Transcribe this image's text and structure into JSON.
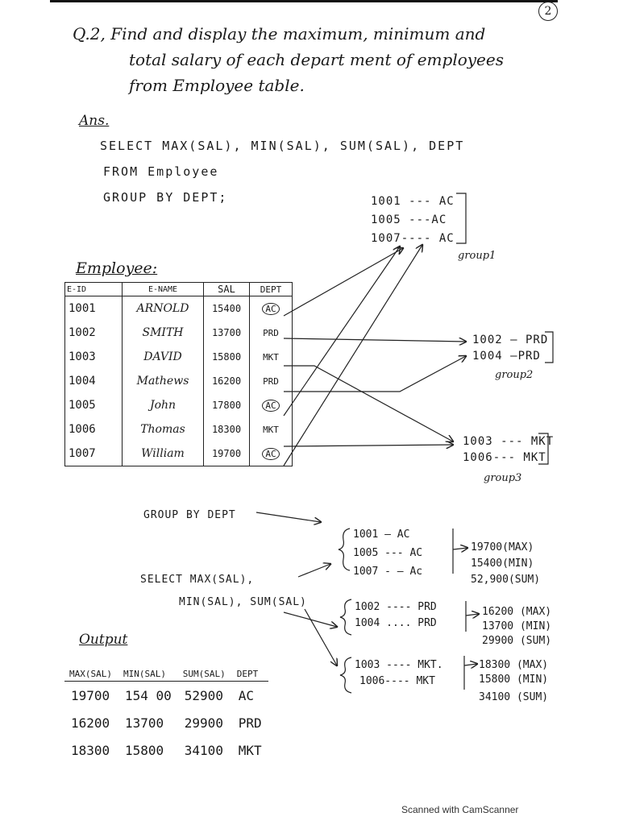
{
  "page_number": "2",
  "question": {
    "line1": "Q.2, Find and display the maximum, minimum and",
    "line2": "total salary of each depart ment of employees",
    "line3": "from Employee table."
  },
  "answer_label": "Ans.",
  "query": {
    "line1": "SELECT MAX(SAL), MIN(SAL), SUM(SAL), DEPT",
    "line2": "FROM Employee",
    "line3": "GROUP BY DEPT;"
  },
  "groups": [
    {
      "lines": [
        "1001 --- AC",
        "1005 ---AC",
        "1007---- AC"
      ],
      "label": "group1"
    },
    {
      "lines": [
        "1002 — PRD",
        "1004 —PRD"
      ],
      "label": "group2"
    },
    {
      "lines": [
        "1003 --- MKT",
        "1006--- MKT"
      ],
      "label": "group3"
    }
  ],
  "employee_table": {
    "title": "Employee:",
    "columns": [
      "E-ID",
      "E-NAME",
      "SAL",
      "DEPT"
    ],
    "rows": [
      [
        "1001",
        "ARNOLD",
        "15400",
        "AC"
      ],
      [
        "1002",
        "SMITH",
        "13700",
        "PRD"
      ],
      [
        "1003",
        "DAVID",
        "15800",
        "MKT"
      ],
      [
        "1004",
        "Mathews",
        "16200",
        "PRD"
      ],
      [
        "1005",
        "John",
        "17800",
        "AC"
      ],
      [
        "1006",
        "Thomas",
        "18300",
        "MKT"
      ],
      [
        "1007",
        "William",
        "19700",
        "AC"
      ]
    ]
  },
  "explain": {
    "group_by": "GROUP BY DEPT",
    "select_line1": "SELECT MAX(SAL),",
    "select_line2": "MIN(SAL), SUM(SAL)",
    "g1": [
      "1001 — AC",
      "1005 --- AC",
      "1007 - — Ac"
    ],
    "r1": [
      "19700(MAX)",
      "15400(MIN)",
      "52,900(SUM)"
    ],
    "g2": [
      "1002 ---- PRD",
      "1004 .... PRD"
    ],
    "r2": [
      "16200 (MAX)",
      "13700 (MIN)",
      "29900 (SUM)"
    ],
    "g3": [
      "1003 ---- MKT.",
      "1006---- MKT"
    ],
    "r3": [
      "18300 (MAX)",
      "15800 (MIN)",
      "34100 (SUM)"
    ]
  },
  "output": {
    "label": "Output",
    "columns": [
      "MAX(SAL)",
      "MIN(SAL)",
      "SUM(SAL)",
      "DEPT"
    ],
    "rows": [
      [
        "19700",
        "154 00",
        "52900",
        "AC"
      ],
      [
        "16200",
        "13700",
        "29900",
        "PRD"
      ],
      [
        "18300",
        "15800",
        "34100",
        "MKT"
      ]
    ]
  },
  "footer": "Scanned with CamScanner"
}
